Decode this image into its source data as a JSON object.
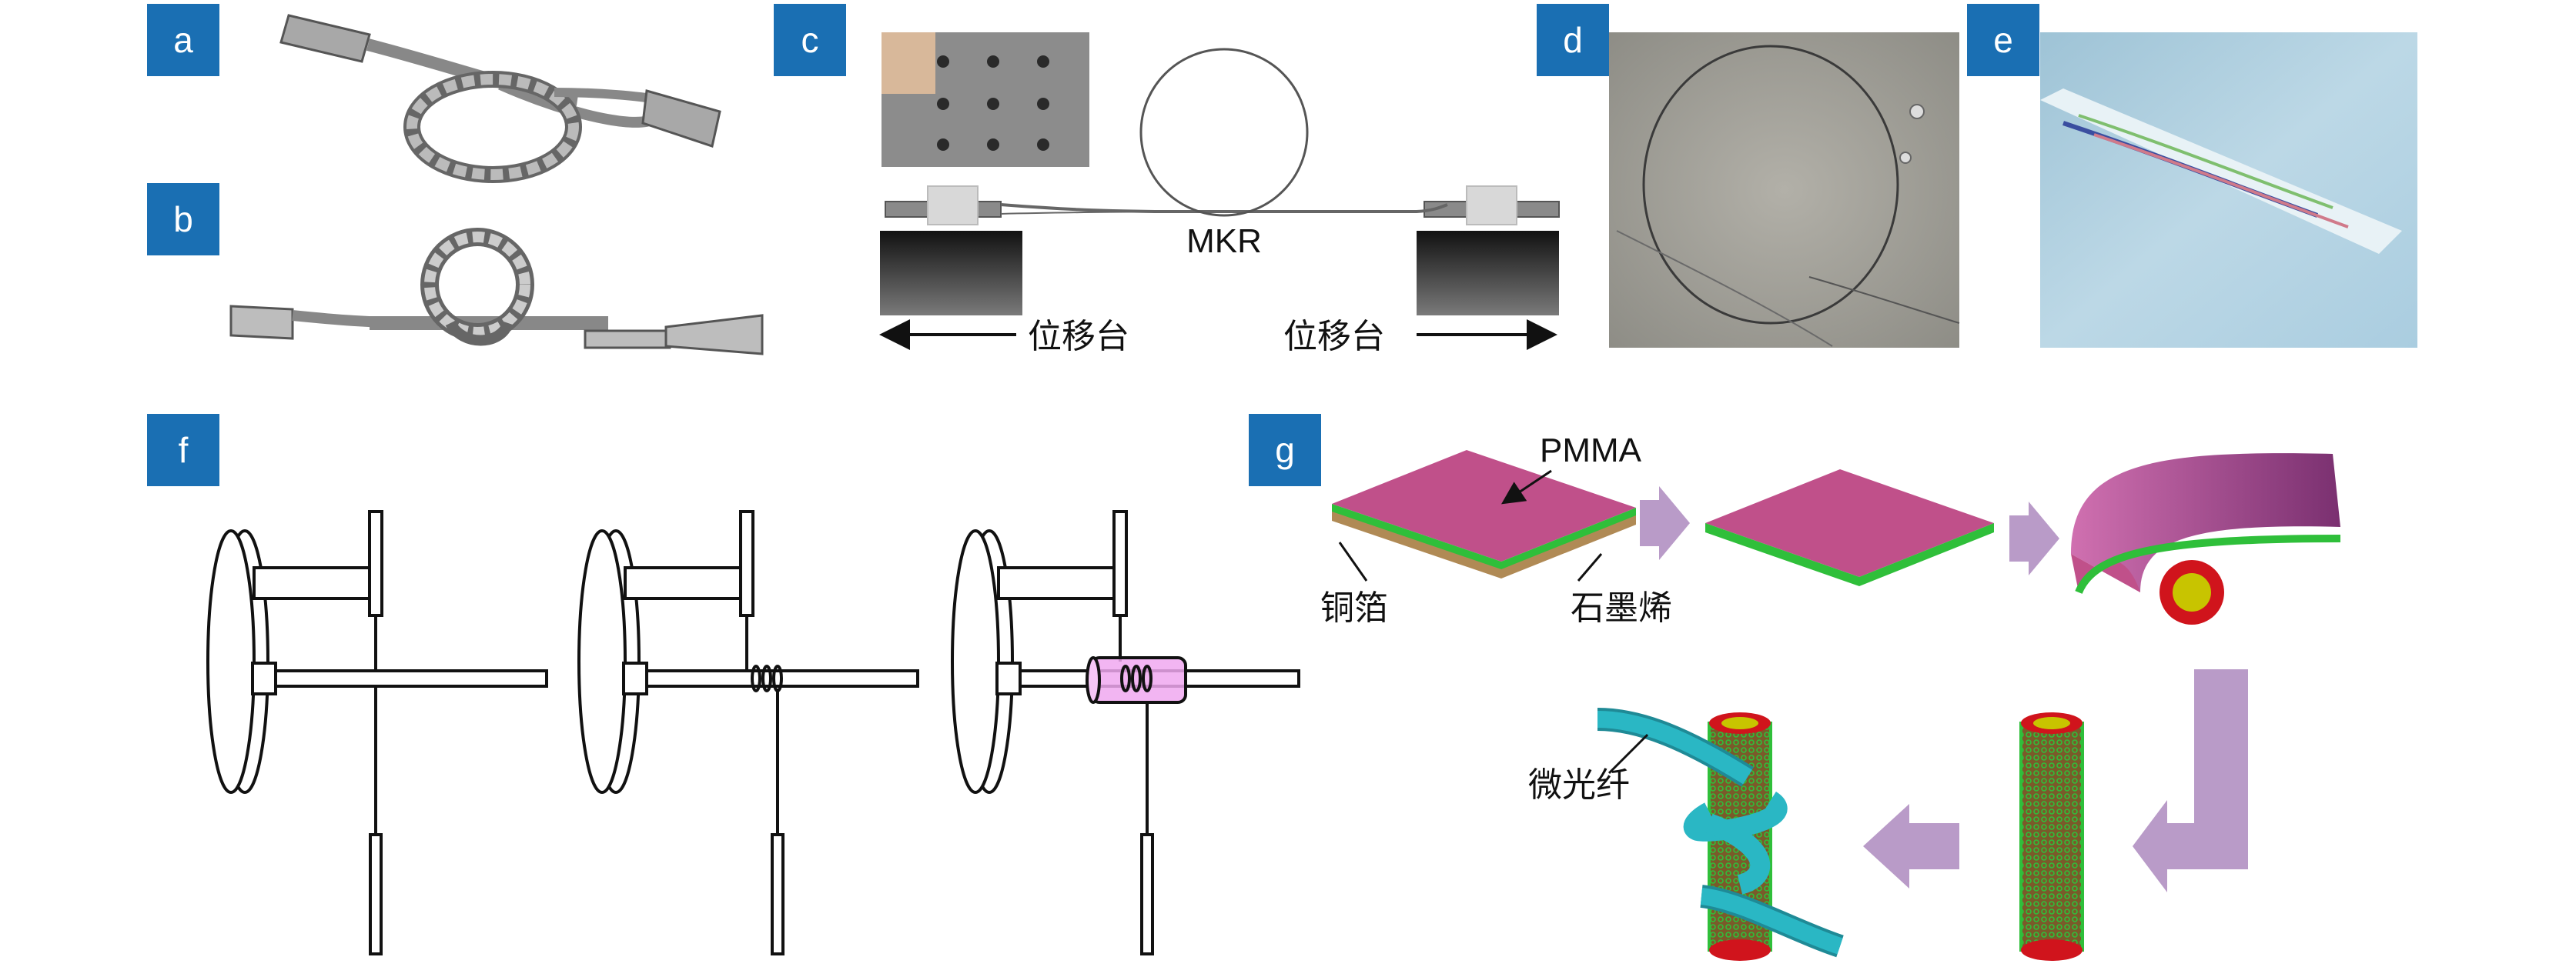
{
  "panels": {
    "a": {
      "label": "a"
    },
    "b": {
      "label": "b"
    },
    "c": {
      "label": "c",
      "mkr_label": "MKR",
      "stage_left_label": "位移台",
      "stage_right_label": "位移台"
    },
    "d": {
      "label": "d"
    },
    "e": {
      "label": "e"
    },
    "f": {
      "label": "f"
    },
    "g": {
      "label": "g",
      "pmma_label": "PMMA",
      "copper_label": "铜箔",
      "graphene_label": "石墨烯",
      "microfiber_label": "微光纤"
    }
  },
  "colors": {
    "badge": "#1a6fb3",
    "pmma": "#c0508a",
    "graphene": "#2fbf3a",
    "copper": "#b08a55",
    "rod_red": "#d0141c",
    "rod_yellow": "#c8c400",
    "fiber_cyan": "#2ab7c4",
    "arrow_lilac": "#b99bc8",
    "pink_tube": "#f0a8f0"
  },
  "icons": {
    "arrow_left": "arrow-left-icon",
    "arrow_right": "arrow-right-icon",
    "process_arrow": "process-arrow-icon"
  }
}
